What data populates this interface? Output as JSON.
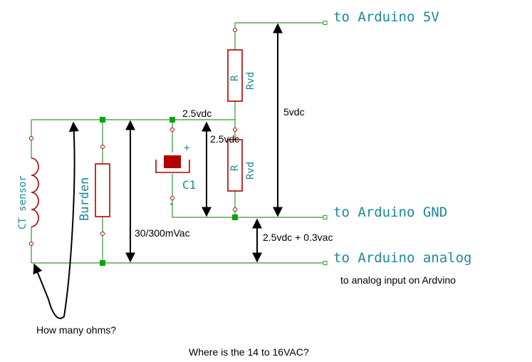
{
  "components": {
    "ct_sensor": "CT sensor",
    "burden": "Burden",
    "r_top": "R",
    "r_top_value": "Rvd",
    "r_bottom": "R",
    "r_bottom_value": "Rvd",
    "capacitor": "C1",
    "cap_plus": "+",
    "cap_minus": "-"
  },
  "connectors": {
    "arduino_5v": "to Arduino 5V",
    "arduino_gnd": "to Arduino GND",
    "arduino_analog": "to Arduino analog"
  },
  "annotations": {
    "v_2_5vdc_a": "2.5vdc",
    "v_2_5vdc_b": "2.5vdc",
    "v_5vdc": "5vdc",
    "v_30_300mvac": "30/300mVac",
    "v_offset": "2.5vdc + 0.3vac",
    "analog_note": "to analog input on Ardvino",
    "ohms_question": "How many ohms?",
    "vac_question": "Where is the 14 to 16VAC?"
  },
  "colors": {
    "wire": "#2f9a2f",
    "junction": "#10a010",
    "component_outline": "#b00000",
    "component_label": "#1c8a9a",
    "capacitor_fill": "#b00000",
    "annotation": "#000000"
  }
}
